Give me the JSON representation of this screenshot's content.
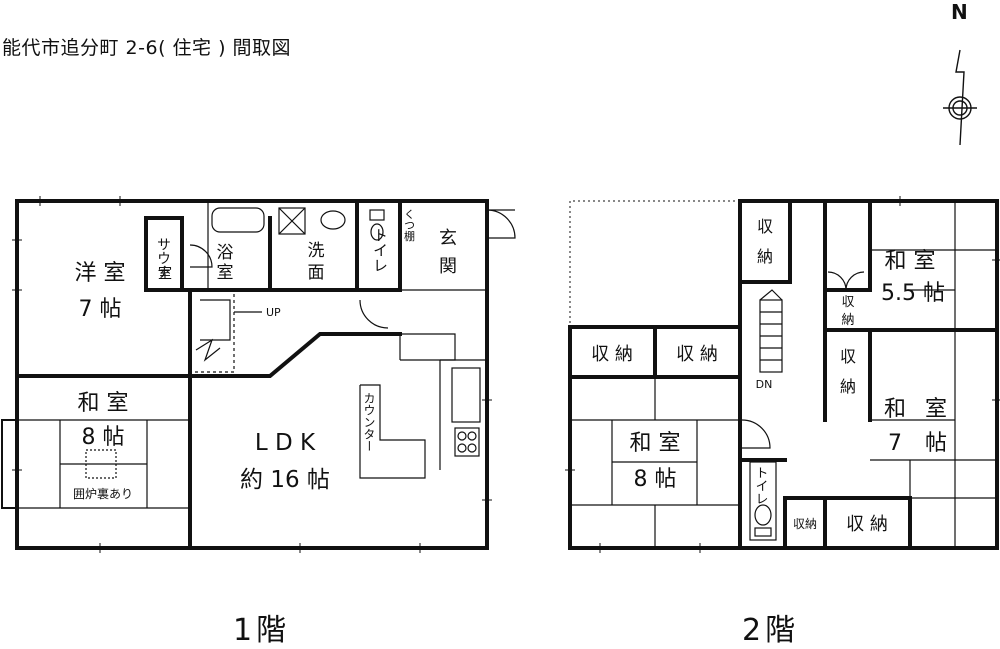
{
  "title": "能代市追分町 2-6( 住宅 ) 間取図",
  "north": "N",
  "floors": [
    {
      "label": "1階"
    },
    {
      "label": "2階"
    }
  ],
  "rooms_1f": {
    "youshitsu": "洋 室",
    "youshitsu_size": "7 帖",
    "sauna_1": "サウナ",
    "sauna_2": "室",
    "yokushitsu_1": "浴",
    "yokushitsu_2": "室",
    "senmen_1": "洗",
    "senmen_2": "面",
    "toilet": "トイレ",
    "kutsudana": "くつ棚",
    "genkan_1": "玄",
    "genkan_2": "関",
    "up": "UP",
    "washitsu": "和 室",
    "washitsu_size": "8 帖",
    "irori": "囲炉裏あり",
    "ldk": "L D K",
    "ldk_size": "約 16 帖",
    "counter": "カウンター"
  },
  "rooms_2f": {
    "shuno_a_1": "収",
    "shuno_a_2": "納",
    "washitsu55": "和 室",
    "washitsu55_size": "5.5 帖",
    "shuno_b_1": "収",
    "shuno_b_2": "納",
    "shuno_c": "収 納",
    "shuno_d": "収 納",
    "shuno_e_1": "収",
    "shuno_e_2": "納",
    "dn": "DN",
    "washitsu7_a": "和",
    "washitsu7_b": "室",
    "washitsu7_c": "7",
    "washitsu7_d": "帖",
    "washitsu8": "和 室",
    "washitsu8_size": "8 帖",
    "toilet": "トイレ",
    "shuno_f": "収納",
    "shuno_g": "収 納"
  }
}
